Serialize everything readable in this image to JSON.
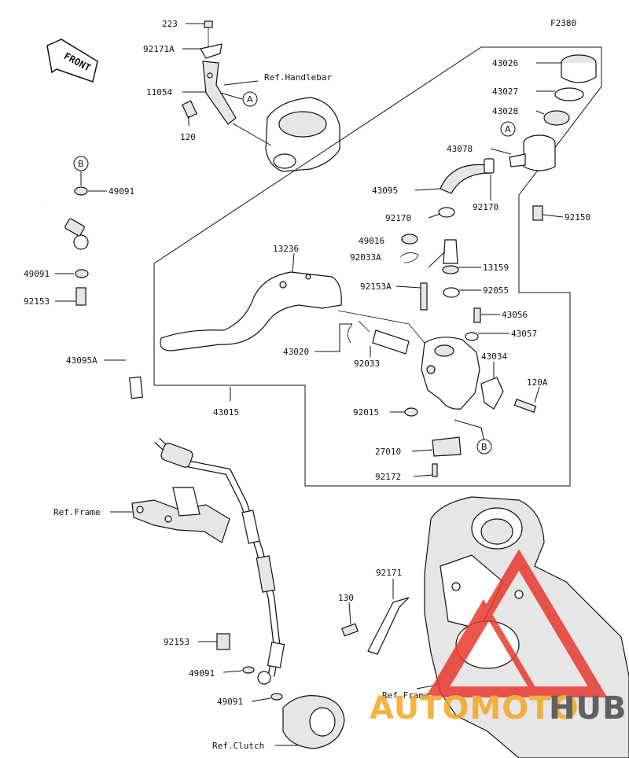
{
  "diagram_code": "F2380",
  "front_label": "FRONT",
  "callout_a": "A",
  "callout_b": "B",
  "refs": {
    "handlebar": "Ref.Handlebar",
    "frame_left": "Ref.Frame",
    "frame_right": "Ref.Frame",
    "clutch": "Ref.Clutch"
  },
  "parts": {
    "p223": "223",
    "p92171A": "92171A",
    "p11054": "11054",
    "p120": "120",
    "p43026": "43026",
    "p43027": "43027",
    "p43028": "43028",
    "p43078": "43078",
    "p43095": "43095",
    "p92170_left": "92170",
    "p92170_right": "92170",
    "p92150": "92150",
    "p49016": "49016",
    "p92033A": "92033A",
    "p13159": "13159",
    "p13236": "13236",
    "p92153A": "92153A",
    "p92055": "92055",
    "p43056": "43056",
    "p43057": "43057",
    "p43020": "43020",
    "p92033": "92033",
    "p43034": "43034",
    "p120A": "120A",
    "p43015": "43015",
    "p92015": "92015",
    "p27010": "27010",
    "p92172": "92172",
    "p49091_top": "49091",
    "p49091_mid": "49091",
    "p92153_top": "92153",
    "p43095A": "43095A",
    "p92171": "92171",
    "p130": "130",
    "p92153_bottom": "92153",
    "p49091_b1": "49091",
    "p49091_b2": "49091"
  },
  "watermark": {
    "text_left": "AUTOMOTO",
    "text_right": "HUB",
    "color_orange": "#f5a623",
    "color_red": "#e8392f",
    "color_dark": "#4a4a4a"
  }
}
